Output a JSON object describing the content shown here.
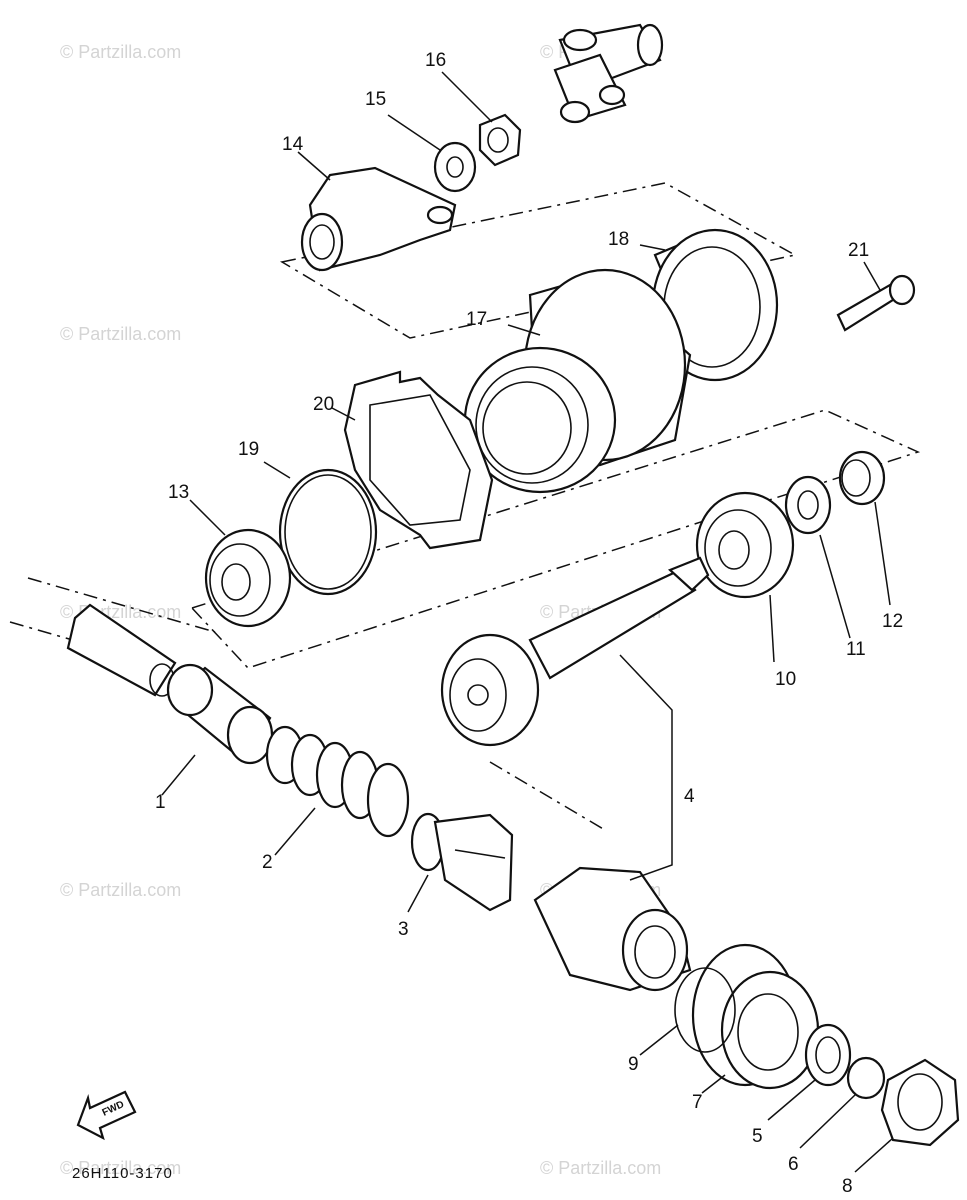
{
  "watermark": "© Partzilla.com",
  "diagram_code": "26H110-3170",
  "fwd_label": "FWD",
  "callouts": {
    "c1": "1",
    "c2": "2",
    "c3": "3",
    "c4": "4",
    "c5": "5",
    "c6": "6",
    "c7": "7",
    "c8": "8",
    "c9": "9",
    "c10": "10",
    "c11": "11",
    "c12": "12",
    "c13": "13",
    "c14": "14",
    "c15": "15",
    "c16": "16",
    "c17": "17",
    "c18": "18",
    "c19": "19",
    "c20": "20",
    "c21": "21"
  }
}
